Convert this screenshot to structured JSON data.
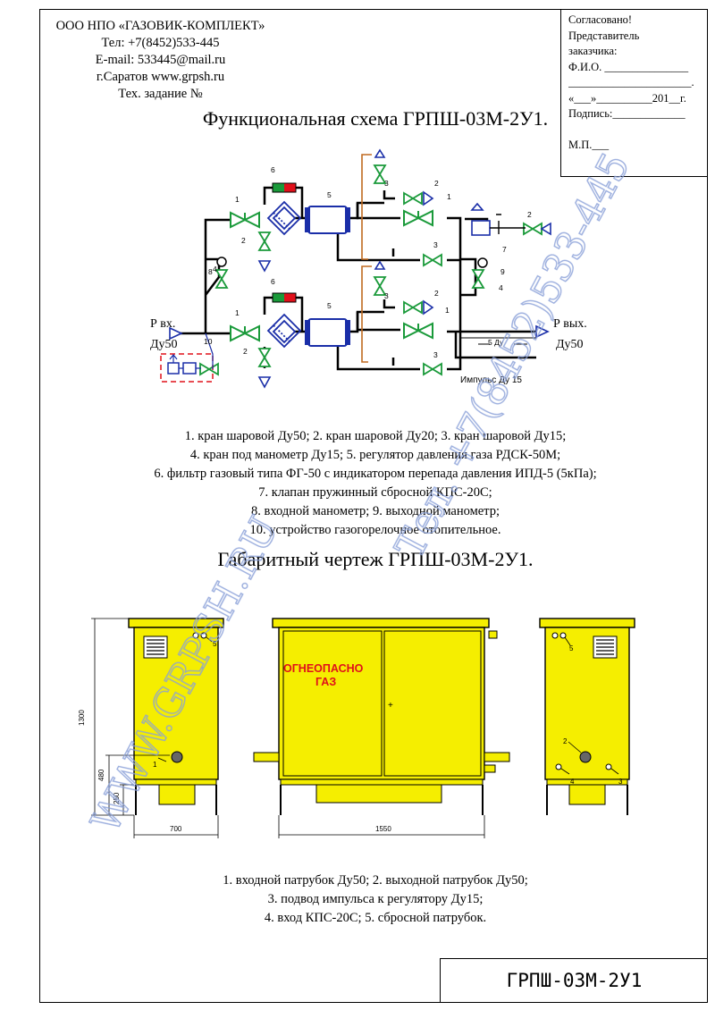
{
  "company": {
    "name": "ООО НПО «ГАЗОВИК-КОМПЛЕКТ»",
    "phone": "Тел: +7(8452)533-445",
    "email": "E-mail: 533445@mail.ru",
    "city_site": "г.Саратов  www.grpsh.ru",
    "task": "Тех. задание №"
  },
  "approval": {
    "line1": "Согласовано!",
    "line2": "Представитель",
    "line3": "заказчика:",
    "fio": "Ф.И.О. _______________",
    "blank": "______________________.",
    "date": "«___»__________201__г.",
    "signature": "Подпись:_____________",
    "mp": "М.П.___"
  },
  "schema": {
    "title": "Функциональная схема ГРПШ-03М-2У1.",
    "p_in": "Р вх.",
    "du_in": "Ду50",
    "p_out": "Р вых.",
    "du_out": "Ду50",
    "du5": "5 Ду",
    "impulse": "Импульс Ду 15",
    "n1": "1",
    "n2": "2",
    "n3": "3",
    "n4": "4",
    "n5": "5",
    "n6": "6",
    "n7": "7",
    "n8": "8",
    "n9": "9",
    "n10": "10"
  },
  "legend1": [
    "1. кран шаровой Ду50; 2. кран шаровой Ду20; 3. кран шаровой Ду15;",
    "4. кран под манометр Ду15; 5. регулятор давления газа РДСК-50М;",
    "6. фильтр газовый типа ФГ-50 с индикатором перепада давления ИПД-5 (5кПа);",
    "7. клапан пружинный сбросной КПС-20С;",
    "8. входной манометр; 9. выходной манометр;",
    "10. устройство газогорелочное отопительное."
  ],
  "drawing": {
    "title": "Габаритный чертеж ГРПШ-03М-2У1.",
    "dim_1300": "1300",
    "dim_480": "480",
    "dim_250": "250",
    "dim_700": "700",
    "dim_1550": "1550",
    "warning1": "ОГНЕОПАСНО",
    "warning2": "ГАЗ",
    "plus": "+",
    "c1": "1",
    "c2": "2",
    "c3": "3",
    "c4": "4",
    "c5": "5"
  },
  "legend2": [
    "1. входной патрубок Ду50; 2. выходной патрубок Ду50;",
    "3. подвод импульса к регулятору Ду15;",
    "4. вход КПС-20С; 5. сбросной патрубок."
  ],
  "stamp": "ГРПШ-03М-2У1",
  "watermark": {
    "site": "WWW.GRPSH.RU",
    "tel": "Тел. +7(8452)533-445"
  },
  "colors": {
    "cabinet": "#f5ee00",
    "valve": "#1a9a3a",
    "regulator": "#1a2ea8",
    "impulse": "#c06a20",
    "warning": "#e0101a",
    "watermark": "#8aa0d8"
  }
}
